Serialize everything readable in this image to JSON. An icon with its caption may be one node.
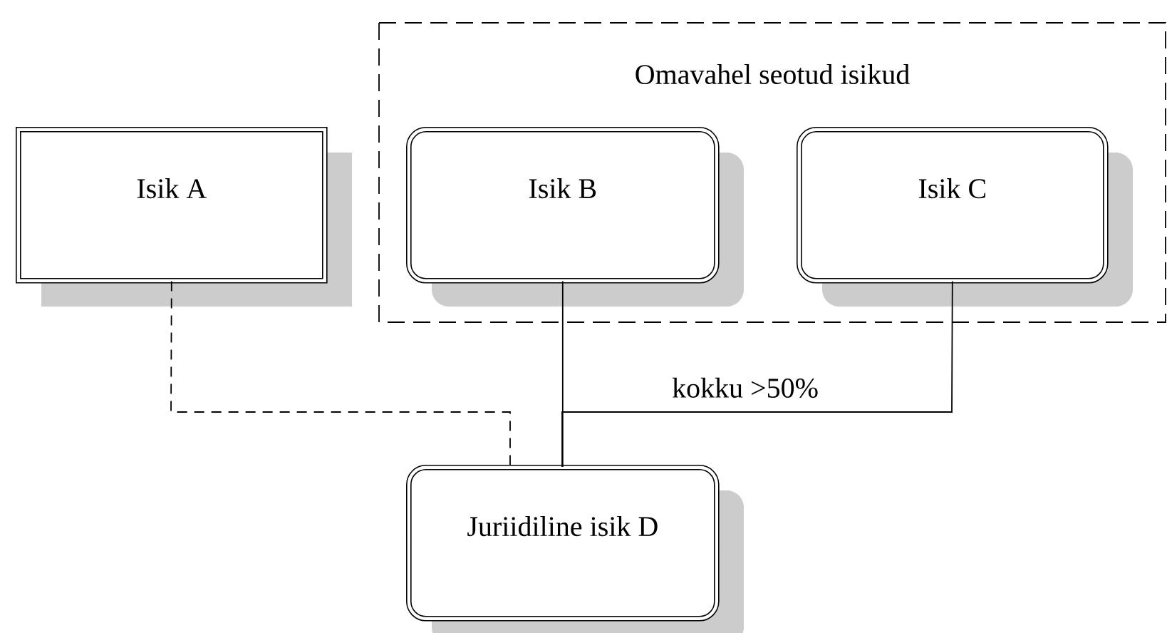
{
  "diagram": {
    "nodes": [
      {
        "text": [
          "Omavahel seotud isikud"
        ]
      },
      {
        "text": [
          "Isik A"
        ]
      },
      {
        "text": [
          "Isik B"
        ],
        "in": 0
      },
      {
        "text": [
          "Isik C"
        ],
        "in": 0
      },
      {
        "text": [
          "Juriidiline isik D"
        ]
      }
    ],
    "edges": [
      {
        "from": 1,
        "to": 4,
        "arrow": "none",
        "style": "dashed"
      },
      {
        "from": 2,
        "to": 4,
        "arrow": "none"
      },
      {
        "from": 3,
        "to": 4,
        "arrow": "none",
        "label": "kokku >50%"
      }
    ]
  }
}
